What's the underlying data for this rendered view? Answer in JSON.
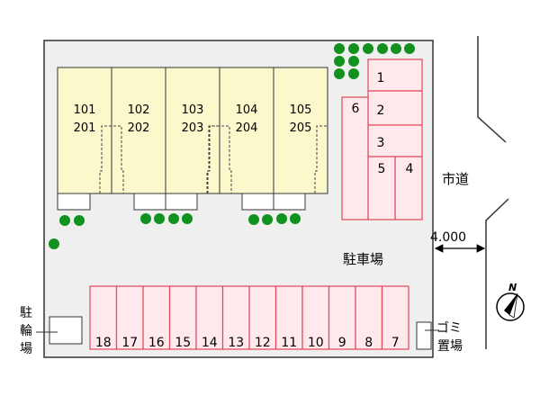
{
  "colors": {
    "building_fill": "#fbf9cc",
    "parking_fill": "#ffe9ec",
    "parking_stroke": "#e2475b",
    "tree": "#11911f",
    "lot_fill": "#efefef",
    "outline": "#333333"
  },
  "units": [
    {
      "upper": "101",
      "lower": "201"
    },
    {
      "upper": "102",
      "lower": "202"
    },
    {
      "upper": "103",
      "lower": "203"
    },
    {
      "upper": "104",
      "lower": "204"
    },
    {
      "upper": "105",
      "lower": "205"
    }
  ],
  "parking_right": [
    "1",
    "2",
    "3",
    "4",
    "5",
    "6"
  ],
  "parking_bottom": [
    "18",
    "17",
    "16",
    "15",
    "14",
    "13",
    "12",
    "11",
    "10",
    "9",
    "8",
    "7"
  ],
  "labels": {
    "road": "市道",
    "road_width": "4.000",
    "parking_lot": "駐車場",
    "bicycle_parking_lines": [
      "駐",
      "輪",
      "場"
    ],
    "garbage_lines": [
      "ゴミ",
      "置場"
    ],
    "north": "N"
  },
  "icons": {
    "tree": "tree-icon",
    "north_arrow": "compass-north-icon"
  }
}
